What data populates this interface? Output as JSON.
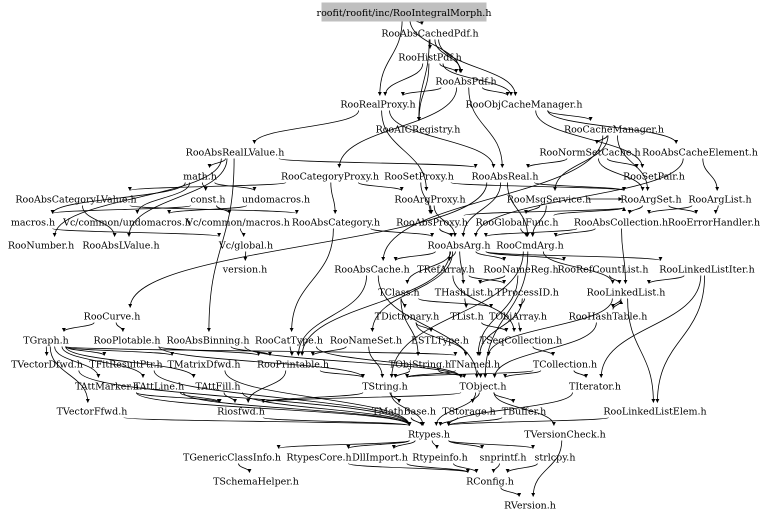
{
  "root": "roofit/roofit/inc/RooIntegralMorph.h",
  "colors": {
    "root_fill": "#bfbfbf",
    "edge": "#000000",
    "text": "#000000"
  },
  "nodes": [
    {
      "id": "RooAbsCachedPdf",
      "label": "RooAbsCachedPdf.h"
    },
    {
      "id": "RooHistPdf",
      "label": "RooHistPdf.h"
    },
    {
      "id": "RooAbsPdf",
      "label": "RooAbsPdf.h"
    },
    {
      "id": "RooRealProxy",
      "label": "RooRealProxy.h"
    },
    {
      "id": "RooObjCacheManager",
      "label": "RooObjCacheManager.h"
    },
    {
      "id": "RooAICRegistry",
      "label": "RooAICRegistry.h"
    },
    {
      "id": "RooCacheManager",
      "label": "RooCacheManager.h"
    },
    {
      "id": "RooAbsRealLValue",
      "label": "RooAbsRealLValue.h"
    },
    {
      "id": "RooNormSetCache",
      "label": "RooNormSetCache.h"
    },
    {
      "id": "RooAbsCacheElement",
      "label": "RooAbsCacheElement.h"
    },
    {
      "id": "math",
      "label": "math.h"
    },
    {
      "id": "RooCategoryProxy",
      "label": "RooCategoryProxy.h"
    },
    {
      "id": "RooSetProxy",
      "label": "RooSetProxy.h"
    },
    {
      "id": "RooAbsReal",
      "label": "RooAbsReal.h"
    },
    {
      "id": "RooSetPair",
      "label": "RooSetPair.h"
    },
    {
      "id": "RooAbsCategoryLValue",
      "label": "RooAbsCategoryLValue.h"
    },
    {
      "id": "const",
      "label": "const.h"
    },
    {
      "id": "undomacros",
      "label": "undomacros.h"
    },
    {
      "id": "RooArgProxy",
      "label": "RooArgProxy.h"
    },
    {
      "id": "RooMsgService",
      "label": "RooMsgService.h"
    },
    {
      "id": "RooArgSet",
      "label": "RooArgSet.h"
    },
    {
      "id": "RooArgList",
      "label": "RooArgList.h"
    },
    {
      "id": "macros",
      "label": "macros.h"
    },
    {
      "id": "VcUndomacros",
      "label": "Vc/common/undomacros.h"
    },
    {
      "id": "VcMacros",
      "label": "Vc/common/macros.h"
    },
    {
      "id": "RooAbsCategory",
      "label": "RooAbsCategory.h"
    },
    {
      "id": "RooAbsProxy",
      "label": "RooAbsProxy.h"
    },
    {
      "id": "RooGlobalFunc",
      "label": "RooGlobalFunc.h"
    },
    {
      "id": "RooAbsCollection",
      "label": "RooAbsCollection.h"
    },
    {
      "id": "RooErrorHandler",
      "label": "RooErrorHandler.h"
    },
    {
      "id": "RooNumber",
      "label": "RooNumber.h"
    },
    {
      "id": "RooAbsLValue",
      "label": "RooAbsLValue.h"
    },
    {
      "id": "VcGlobal",
      "label": "Vc/global.h"
    },
    {
      "id": "RooAbsArg",
      "label": "RooAbsArg.h"
    },
    {
      "id": "RooCmdArg",
      "label": "RooCmdArg.h"
    },
    {
      "id": "version",
      "label": "version.h"
    },
    {
      "id": "RooAbsCache",
      "label": "RooAbsCache.h"
    },
    {
      "id": "TRefArray",
      "label": "TRefArray.h"
    },
    {
      "id": "RooNameReg",
      "label": "RooNameReg.h"
    },
    {
      "id": "RooRefCountList",
      "label": "RooRefCountList.h"
    },
    {
      "id": "RooLinkedListIter",
      "label": "RooLinkedListIter.h"
    },
    {
      "id": "TClass",
      "label": "TClass.h"
    },
    {
      "id": "THashList",
      "label": "THashList.h"
    },
    {
      "id": "TProcessID",
      "label": "TProcessID.h"
    },
    {
      "id": "RooLinkedList",
      "label": "RooLinkedList.h"
    },
    {
      "id": "RooCurve",
      "label": "RooCurve.h"
    },
    {
      "id": "TDictionary",
      "label": "TDictionary.h"
    },
    {
      "id": "TList",
      "label": "TList.h"
    },
    {
      "id": "TObjArray",
      "label": "TObjArray.h"
    },
    {
      "id": "RooHashTable",
      "label": "RooHashTable.h"
    },
    {
      "id": "TGraph",
      "label": "TGraph.h"
    },
    {
      "id": "RooPlotable",
      "label": "RooPlotable.h"
    },
    {
      "id": "RooAbsBinning",
      "label": "RooAbsBinning.h"
    },
    {
      "id": "RooCatType",
      "label": "RooCatType.h"
    },
    {
      "id": "RooNameSet",
      "label": "RooNameSet.h"
    },
    {
      "id": "ESTLType",
      "label": "ESTLType.h"
    },
    {
      "id": "TSeqCollection",
      "label": "TSeqCollection.h"
    },
    {
      "id": "TVectorDfwd",
      "label": "TVectorDfwd.h"
    },
    {
      "id": "TFitResultPtr",
      "label": "TFitResultPtr.h"
    },
    {
      "id": "TMatrixDfwd",
      "label": "TMatrixDfwd.h"
    },
    {
      "id": "RooPrintable",
      "label": "RooPrintable.h"
    },
    {
      "id": "TObjString",
      "label": "TObjString.h"
    },
    {
      "id": "TNamed",
      "label": "TNamed.h"
    },
    {
      "id": "TCollection",
      "label": "TCollection.h"
    },
    {
      "id": "TAttMarker",
      "label": "TAttMarker.h"
    },
    {
      "id": "TAttLine",
      "label": "TAttLine.h"
    },
    {
      "id": "TAttFill",
      "label": "TAttFill.h"
    },
    {
      "id": "TString",
      "label": "TString.h"
    },
    {
      "id": "TObject",
      "label": "TObject.h"
    },
    {
      "id": "TIterator",
      "label": "TIterator.h"
    },
    {
      "id": "TVectorFfwd",
      "label": "TVectorFfwd.h"
    },
    {
      "id": "Riosfwd",
      "label": "Riosfwd.h"
    },
    {
      "id": "TMathBase",
      "label": "TMathBase.h"
    },
    {
      "id": "TStorage",
      "label": "TStorage.h"
    },
    {
      "id": "TBuffer",
      "label": "TBuffer.h"
    },
    {
      "id": "RooLinkedListElem",
      "label": "RooLinkedListElem.h"
    },
    {
      "id": "Rtypes",
      "label": "Rtypes.h"
    },
    {
      "id": "TVersionCheck",
      "label": "TVersionCheck.h"
    },
    {
      "id": "TGenericClassInfo",
      "label": "TGenericClassInfo.h"
    },
    {
      "id": "RtypesCore",
      "label": "RtypesCore.h"
    },
    {
      "id": "DllImport",
      "label": "DllImport.h"
    },
    {
      "id": "Rtypeinfo",
      "label": "Rtypeinfo.h"
    },
    {
      "id": "snprintf",
      "label": "snprintf.h"
    },
    {
      "id": "strlcpy",
      "label": "strlcpy.h"
    },
    {
      "id": "TSchemaHelper",
      "label": "TSchemaHelper.h"
    },
    {
      "id": "RConfig",
      "label": "RConfig.h"
    },
    {
      "id": "RVersion",
      "label": "RVersion.h"
    }
  ],
  "edges": [
    [
      "ROOT",
      "RooAbsCachedPdf"
    ],
    [
      "ROOT",
      "RooRealProxy"
    ],
    [
      "ROOT",
      "RooAbsPdf"
    ],
    [
      "RooAbsCachedPdf",
      "RooHistPdf"
    ],
    [
      "RooAbsCachedPdf",
      "RooAbsPdf"
    ],
    [
      "RooAbsCachedPdf",
      "RooObjCacheManager"
    ],
    [
      "RooAbsCachedPdf",
      "RooAICRegistry"
    ],
    [
      "RooHistPdf",
      "RooAbsPdf"
    ],
    [
      "RooHistPdf",
      "RooRealProxy"
    ],
    [
      "RooHistPdf",
      "RooObjCacheManager"
    ],
    [
      "RooHistPdf",
      "RooAICRegistry"
    ],
    [
      "RooAbsPdf",
      "RooAbsReal"
    ],
    [
      "RooAbsPdf",
      "RooRealProxy"
    ],
    [
      "RooAbsPdf",
      "RooObjCacheManager"
    ],
    [
      "RooAbsPdf",
      "RooCategoryProxy"
    ],
    [
      "RooRealProxy",
      "RooAbsRealLValue"
    ],
    [
      "RooRealProxy",
      "RooArgProxy"
    ],
    [
      "RooRealProxy",
      "RooAbsReal"
    ],
    [
      "RooObjCacheManager",
      "RooCacheManager"
    ],
    [
      "RooObjCacheManager",
      "RooAbsCacheElement"
    ],
    [
      "RooObjCacheManager",
      "RooSetPair"
    ],
    [
      "RooCacheManager",
      "RooNormSetCache"
    ],
    [
      "RooCacheManager",
      "RooAbsCache"
    ],
    [
      "RooCacheManager",
      "RooArgSet"
    ],
    [
      "RooCacheManager",
      "RooMsgService"
    ],
    [
      "RooNormSetCache",
      "RooArgSet"
    ],
    [
      "RooNormSetCache",
      "RooSetPair"
    ],
    [
      "RooNormSetCache",
      "RooAbsReal"
    ],
    [
      "RooAbsCacheElement",
      "RooAbsArg"
    ],
    [
      "RooAbsCacheElement",
      "RooArgList"
    ],
    [
      "RooAbsRealLValue",
      "math"
    ],
    [
      "RooAbsRealLValue",
      "RooAbsReal"
    ],
    [
      "RooAbsRealLValue",
      "RooNumber"
    ],
    [
      "RooAbsRealLValue",
      "RooAbsLValue"
    ],
    [
      "RooAbsRealLValue",
      "RooAbsBinning"
    ],
    [
      "math",
      "const"
    ],
    [
      "math",
      "undomacros"
    ],
    [
      "math",
      "macros"
    ],
    [
      "math",
      "VcUndomacros"
    ],
    [
      "const",
      "macros"
    ],
    [
      "const",
      "VcMacros"
    ],
    [
      "undomacros",
      "VcUndomacros"
    ],
    [
      "macros",
      "VcGlobal"
    ],
    [
      "VcMacros",
      "VcGlobal"
    ],
    [
      "VcGlobal",
      "version"
    ],
    [
      "RooCategoryProxy",
      "RooAbsCategoryLValue"
    ],
    [
      "RooCategoryProxy",
      "RooArgProxy"
    ],
    [
      "RooCategoryProxy",
      "RooAbsCategory"
    ],
    [
      "RooAbsCategoryLValue",
      "RooAbsCategory"
    ],
    [
      "RooAbsCategoryLValue",
      "RooAbsLValue"
    ],
    [
      "RooSetProxy",
      "RooAbsProxy"
    ],
    [
      "RooSetProxy",
      "RooArgSet"
    ],
    [
      "RooAbsReal",
      "RooAbsArg"
    ],
    [
      "RooAbsReal",
      "RooCmdArg"
    ],
    [
      "RooAbsReal",
      "RooCurve"
    ],
    [
      "RooAbsReal",
      "RooArgSet"
    ],
    [
      "RooArgProxy",
      "RooAbsProxy"
    ],
    [
      "RooArgProxy",
      "RooAbsArg"
    ],
    [
      "RooAbsProxy",
      "RooAbsArg"
    ],
    [
      "RooAbsProxy",
      "RooArgSet"
    ],
    [
      "RooMsgService",
      "RooGlobalFunc"
    ],
    [
      "RooMsgService",
      "RooCmdArg"
    ],
    [
      "RooMsgService",
      "RooArgSet"
    ],
    [
      "RooGlobalFunc",
      "RooArgSet"
    ],
    [
      "RooGlobalFunc",
      "RooCmdArg"
    ],
    [
      "RooArgSet",
      "RooAbsCollection"
    ],
    [
      "RooArgSet",
      "RooErrorHandler"
    ],
    [
      "RooArgList",
      "RooAbsCollection"
    ],
    [
      "RooArgList",
      "RooErrorHandler"
    ],
    [
      "RooAbsCollection",
      "RooAbsArg"
    ],
    [
      "RooAbsCollection",
      "RooLinkedList"
    ],
    [
      "RooAbsCollection",
      "RooCmdArg"
    ],
    [
      "RooAbsCategory",
      "RooAbsArg"
    ],
    [
      "RooAbsCategory",
      "RooCatType"
    ],
    [
      "RooAbsArg",
      "RooAbsCache"
    ],
    [
      "RooAbsArg",
      "TRefArray"
    ],
    [
      "RooAbsArg",
      "RooNameReg"
    ],
    [
      "RooAbsArg",
      "RooRefCountList"
    ],
    [
      "RooAbsArg",
      "RooLinkedListIter"
    ],
    [
      "RooAbsArg",
      "TClass"
    ],
    [
      "RooAbsArg",
      "THashList"
    ],
    [
      "RooAbsArg",
      "RooPrintable"
    ],
    [
      "RooAbsArg",
      "RooNameSet"
    ],
    [
      "RooCmdArg",
      "TObject"
    ],
    [
      "RooCmdArg",
      "TString"
    ],
    [
      "RooCmdArg",
      "RooLinkedList"
    ],
    [
      "RooAbsCache",
      "RooPrintable"
    ],
    [
      "RooAbsCache",
      "TObject"
    ],
    [
      "TRefArray",
      "TProcessID"
    ],
    [
      "TRefArray",
      "TSeqCollection"
    ],
    [
      "RooNameReg",
      "TNamed"
    ],
    [
      "RooNameReg",
      "THashList"
    ],
    [
      "RooRefCountList",
      "RooLinkedList"
    ],
    [
      "RooLinkedListIter",
      "RooLinkedList"
    ],
    [
      "RooLinkedListIter",
      "TIterator"
    ],
    [
      "RooLinkedListIter",
      "RooLinkedListElem"
    ],
    [
      "TClass",
      "TDictionary"
    ],
    [
      "TClass",
      "TObjArray"
    ],
    [
      "TClass",
      "TObjString"
    ],
    [
      "THashList",
      "TList"
    ],
    [
      "TProcessID",
      "TObjArray"
    ],
    [
      "TProcessID",
      "TNamed"
    ],
    [
      "RooLinkedList",
      "RooHashTable"
    ],
    [
      "RooLinkedList",
      "TNamed"
    ],
    [
      "RooLinkedList",
      "RooLinkedListElem"
    ],
    [
      "RooHashTable",
      "TObject"
    ],
    [
      "RooHashTable",
      "RooLinkedList"
    ],
    [
      "RooCurve",
      "TGraph"
    ],
    [
      "RooCurve",
      "RooPlotable"
    ],
    [
      "TDictionary",
      "ESTLType"
    ],
    [
      "TDictionary",
      "TNamed"
    ],
    [
      "TList",
      "TSeqCollection"
    ],
    [
      "TObjArray",
      "TSeqCollection"
    ],
    [
      "TSeqCollection",
      "TCollection"
    ],
    [
      "TGraph",
      "TVectorDfwd"
    ],
    [
      "TGraph",
      "TFitResultPtr"
    ],
    [
      "TGraph",
      "TMatrixDfwd"
    ],
    [
      "TGraph",
      "TAttMarker"
    ],
    [
      "TGraph",
      "TAttLine"
    ],
    [
      "TGraph",
      "TAttFill"
    ],
    [
      "TGraph",
      "TNamed"
    ],
    [
      "TGraph",
      "TVectorFfwd"
    ],
    [
      "RooPlotable",
      "RooPrintable"
    ],
    [
      "RooPlotable",
      "TString"
    ],
    [
      "RooAbsBinning",
      "TObject"
    ],
    [
      "RooAbsBinning",
      "RooPrintable"
    ],
    [
      "RooCatType",
      "TObject"
    ],
    [
      "RooCatType",
      "RooPrintable"
    ],
    [
      "RooNameSet",
      "TString"
    ],
    [
      "RooNameSet",
      "RooPrintable"
    ],
    [
      "TVectorDfwd",
      "Rtypes"
    ],
    [
      "TFitResultPtr",
      "Rtypes"
    ],
    [
      "TMatrixDfwd",
      "Rtypes"
    ],
    [
      "RooPrintable",
      "TString"
    ],
    [
      "RooPrintable",
      "Riosfwd"
    ],
    [
      "TObjString",
      "TObject"
    ],
    [
      "TObjString",
      "TString"
    ],
    [
      "TNamed",
      "TObject"
    ],
    [
      "TNamed",
      "TString"
    ],
    [
      "TCollection",
      "TObject"
    ],
    [
      "TCollection",
      "TIterator"
    ],
    [
      "TCollection",
      "TString"
    ],
    [
      "TAttMarker",
      "Riosfwd"
    ],
    [
      "TAttMarker",
      "Rtypes"
    ],
    [
      "TAttLine",
      "Riosfwd"
    ],
    [
      "TAttLine",
      "Rtypes"
    ],
    [
      "TAttFill",
      "Riosfwd"
    ],
    [
      "TAttFill",
      "Rtypes"
    ],
    [
      "TString",
      "Riosfwd"
    ],
    [
      "TString",
      "TMathBase"
    ],
    [
      "TString",
      "Rtypes"
    ],
    [
      "TObject",
      "TStorage"
    ],
    [
      "TObject",
      "TBuffer"
    ],
    [
      "TObject",
      "Riosfwd"
    ],
    [
      "TObject",
      "Rtypes"
    ],
    [
      "TObject",
      "TVersionCheck"
    ],
    [
      "TIterator",
      "Rtypes"
    ],
    [
      "TVectorFfwd",
      "Rtypes"
    ],
    [
      "Riosfwd",
      "Rtypes"
    ],
    [
      "TMathBase",
      "Rtypes"
    ],
    [
      "TStorage",
      "Rtypes"
    ],
    [
      "TBuffer",
      "Rtypes"
    ],
    [
      "RooLinkedListElem",
      "Rtypes"
    ],
    [
      "TVersionCheck",
      "RVersion"
    ],
    [
      "Rtypes",
      "TGenericClassInfo"
    ],
    [
      "Rtypes",
      "RtypesCore"
    ],
    [
      "Rtypes",
      "DllImport"
    ],
    [
      "Rtypes",
      "Rtypeinfo"
    ],
    [
      "Rtypes",
      "snprintf"
    ],
    [
      "Rtypes",
      "strlcpy"
    ],
    [
      "TGenericClassInfo",
      "TSchemaHelper"
    ],
    [
      "RtypesCore",
      "RConfig"
    ],
    [
      "DllImport",
      "RConfig"
    ],
    [
      "Rtypeinfo",
      "RConfig"
    ],
    [
      "snprintf",
      "RConfig"
    ],
    [
      "strlcpy",
      "RConfig"
    ],
    [
      "RConfig",
      "RVersion"
    ]
  ]
}
